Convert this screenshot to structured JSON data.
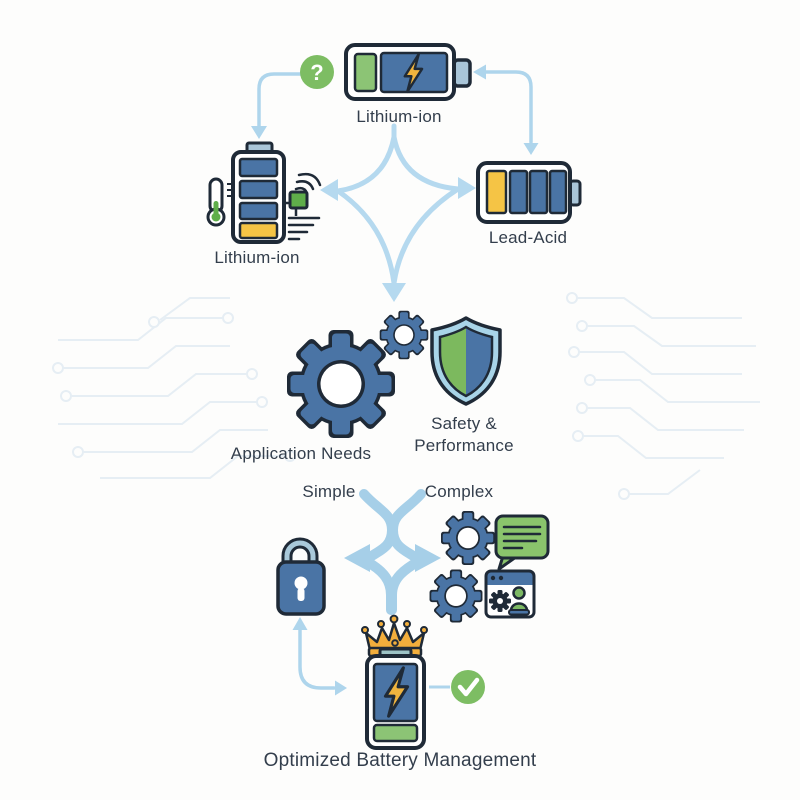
{
  "labels": {
    "top_battery": "Lithium-ion",
    "left_battery": "Lithium-ion",
    "right_battery": "Lead-Acid",
    "application_needs": "Application Needs",
    "safety_line1": "Safety &",
    "safety_line2": "Performance",
    "simple": "Simple",
    "complex": "Complex",
    "optimized": "Optimized Battery Management",
    "question_mark": "?"
  },
  "colors": {
    "outline": "#1f2a37",
    "blue": "#4a74a5",
    "arrow_light_blue": "#aed5ec",
    "branch_blue": "#a6cfe8",
    "pale_blue": "#a9c5d8",
    "green_badge": "#7dbd63",
    "green_segment": "#8cc475",
    "green_chip": "#5fae4a",
    "green_chat": "#8ac46c",
    "gold": "#f2ae3c",
    "yellow": "#f5c445",
    "shield_light_blue": "#a8d4e8",
    "teal_cap": "#9dc3c6",
    "text": "#333e4c",
    "circuit_trace": "#e6eef4",
    "background": "#fdfdfc"
  },
  "icons": {
    "question-icon": "?",
    "checkmark-icon": "check mark",
    "battery-horizontal-icon": "charging battery",
    "battery-vertical-icon": "battery with levels",
    "lead-acid-battery-icon": "lead-acid battery",
    "optimized-battery-icon": "crowned battery",
    "lightning-icon": "lightning bolt",
    "thermometer-icon": "thermometer",
    "wireless-signal-icon": "signal waves",
    "chip-icon": "telemetry chip",
    "gear-icon": "gear",
    "shield-icon": "half green half blue shield",
    "lock-icon": "padlock",
    "chat-bubble-icon": "chat bubble",
    "app-window-icon": "app window",
    "user-icon": "user avatar",
    "crown-icon": "crown",
    "diverge-arrows-icon": "four-way diverging arrows",
    "branch-arrows-icon": "left/right branching arrows"
  }
}
